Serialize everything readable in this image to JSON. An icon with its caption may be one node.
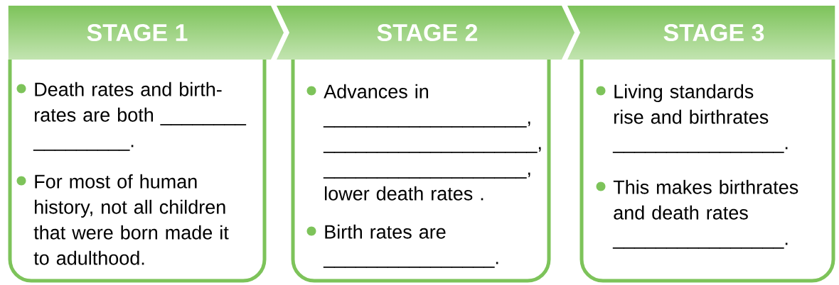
{
  "diagram": {
    "nodes": [
      {
        "text": [
          "STAGE 1",
          "Death rates and birth-rates are both ________ _________.",
          "For most of human history, not all children that were born made it to adulthood."
        ]
      },
      {
        "text": [
          "STAGE 2",
          "Advances in ___________________, ____________________, ___________________, lower death rates .",
          "Birth rates are ________________."
        ]
      },
      {
        "text": [
          "STAGE 3",
          "Living standards rise and birthrates ________________.",
          "This makes birthrates and death rates ________________."
        ]
      }
    ]
  }
}
